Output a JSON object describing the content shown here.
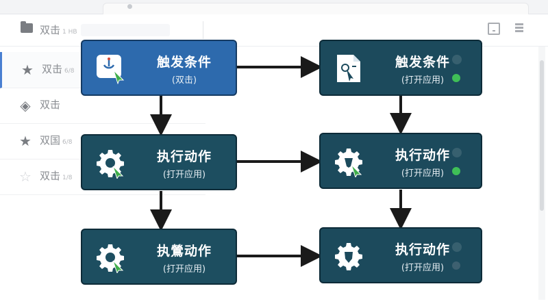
{
  "window": {
    "folder_title": "双击",
    "folder_count": "1 HB"
  },
  "sidebar": {
    "items": [
      {
        "label": "双击",
        "meta": "6/8",
        "icon": "star-icon"
      },
      {
        "label": "双击",
        "meta": "",
        "icon": "box-icon"
      },
      {
        "label": "双国",
        "meta": "6/8",
        "icon": "star-icon"
      },
      {
        "label": "双击",
        "meta": "1/8",
        "icon": "star-outline-icon"
      }
    ]
  },
  "flow": {
    "nodes": [
      {
        "title": "触发条件",
        "sub": "(双击)",
        "type": "trigger",
        "icon": "touch-pointer-icon",
        "status": ""
      },
      {
        "title": "执行动作",
        "sub": "(打开应用)",
        "type": "action",
        "icon": "gear-pointer-icon",
        "status": ""
      },
      {
        "title": "执鶯动作",
        "sub": "(打开应用)",
        "type": "action",
        "icon": "gear-pointer-icon",
        "status": ""
      },
      {
        "title": "触发条件",
        "sub": "(打开应用)",
        "type": "trigger",
        "icon": "document-pointer-icon",
        "status": "on"
      },
      {
        "title": "执行动作",
        "sub": "(打开应用)",
        "type": "action",
        "icon": "gear-pointer-icon",
        "status": "on"
      },
      {
        "title": "执行动作",
        "sub": "(打开应用)",
        "type": "action",
        "icon": "gear-shield-icon",
        "status": "off"
      }
    ]
  },
  "colors": {
    "trigger_node": "#2d6aad",
    "action_node": "#1d4e60",
    "status_on": "#3fbf57",
    "arrow": "#1a1a1a"
  }
}
